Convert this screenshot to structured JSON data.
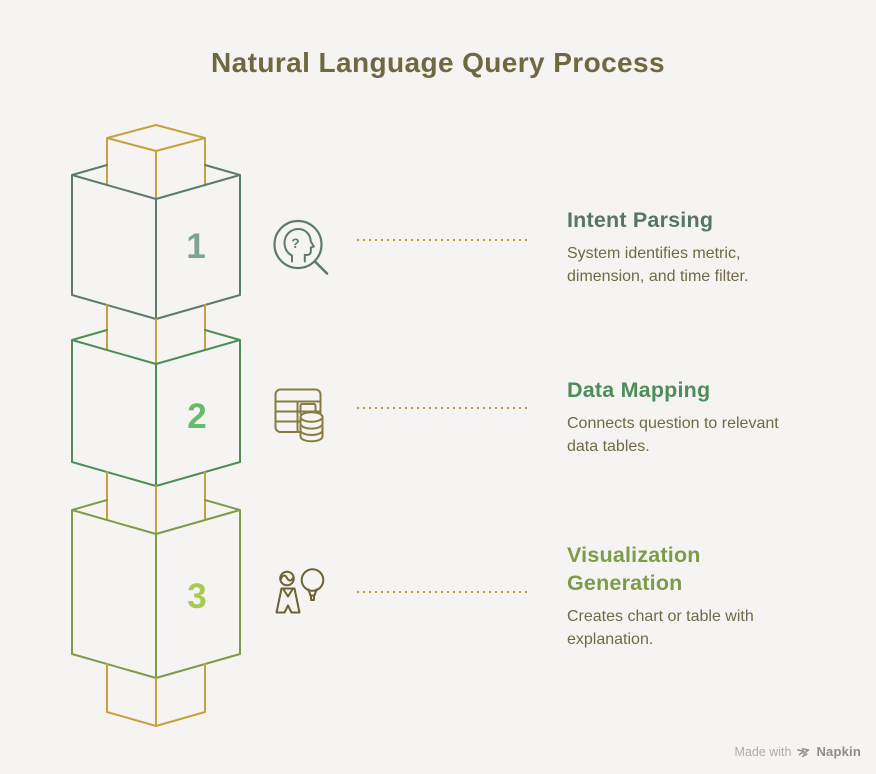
{
  "title": "Natural Language Query Process",
  "steps": [
    {
      "number": "1",
      "title": "Intent Parsing",
      "description": "System identifies metric, dimension, and time filter.",
      "icon": "head-in-magnifier-icon",
      "icon_glyph": "?",
      "accent_color": "#5e7a6d",
      "number_color": "#80a494"
    },
    {
      "number": "2",
      "title": "Data Mapping",
      "description": "Connects question to relevant data tables.",
      "icon": "table-database-icon",
      "accent_color": "#4e8d58",
      "number_color": "#68ba6d"
    },
    {
      "number": "3",
      "title": "Visualization Generation",
      "description": "Creates chart or table with explanation.",
      "icon": "person-idea-icon",
      "accent_color": "#7d9c4b",
      "number_color": "#a6cb50"
    }
  ],
  "footer": {
    "made_with": "Made with",
    "brand": "Napkin",
    "logo": "napkin-logo-icon"
  },
  "colors": {
    "bg": "#f5f4f2",
    "title": "#6f6941",
    "body": "#6f6a45",
    "gold": "#c4a33c",
    "sage": "#5e7a6d",
    "sageHeading": "#567467",
    "green": "#4e8d58",
    "olive": "#7d9c4b",
    "khaki": "#867b42",
    "darkolive": "#6b6331",
    "num1": "#80a494",
    "num2": "#68ba6d",
    "num3": "#a6cb50",
    "footerLight": "#aeacaa",
    "footerDark": "#8f8d8b"
  }
}
